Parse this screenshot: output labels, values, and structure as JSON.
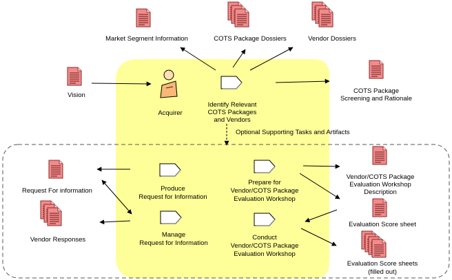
{
  "artifacts": {
    "market_segment": "Market Segment Information",
    "cots_dossiers": "COTS Package Dossiers",
    "vendor_dossiers": "Vendor Dossiers",
    "vision": "Vision",
    "screening": [
      "COTS Package",
      "Screening and Rationale"
    ],
    "request_info": "Request For information",
    "vendor_responses": "Vendor Responses",
    "workshop_desc": [
      "Vendor/COTS Package",
      "Evaluation Workshop",
      "Description"
    ],
    "score_sheet": "Evaluation Score sheet",
    "score_sheets_filled": [
      "Evaluation Score sheets",
      "(filled out)"
    ]
  },
  "roles": {
    "acquirer": "Acquirer"
  },
  "tasks": {
    "identify": [
      "Identify Relevant",
      "COTS Packages",
      "and Vendors"
    ],
    "produce_rfi": [
      "Produce",
      "Request for Information"
    ],
    "manage_rfi": [
      "Manage",
      "Request for Information"
    ],
    "prepare_workshop": [
      "Prepare for",
      "Vendor/COTS Package",
      "Evaluation Workshop"
    ],
    "conduct_workshop": [
      "Conduct",
      "Vendor/COTS Package",
      "Evaluation Workshop"
    ]
  },
  "optional_label": "Optional Supporting Tasks and Artifacts",
  "colors": {
    "highlight": "#ffff99",
    "document": "#f28c8c",
    "document_stroke": "#a33333",
    "task_fill": "#ffffff",
    "person": "#f8b878"
  },
  "icons": {
    "document": "document-icon",
    "task": "task-pentagon-icon",
    "role": "person-icon"
  }
}
